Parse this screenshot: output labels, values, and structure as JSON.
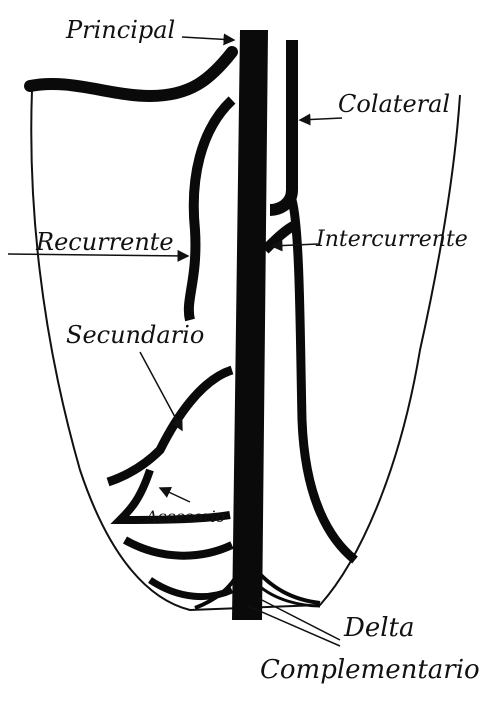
{
  "labels": {
    "principal": "Principal",
    "colateral": "Colateral",
    "recurrente": "Recurrente",
    "intercurrente": "Intercurrente",
    "secundario": "Secundario",
    "accesorio": "Accesorio",
    "delta": "Delta",
    "complementario": "Complementario"
  },
  "colors": {
    "ink": "#0a0a0a",
    "paper": "#ffffff"
  }
}
